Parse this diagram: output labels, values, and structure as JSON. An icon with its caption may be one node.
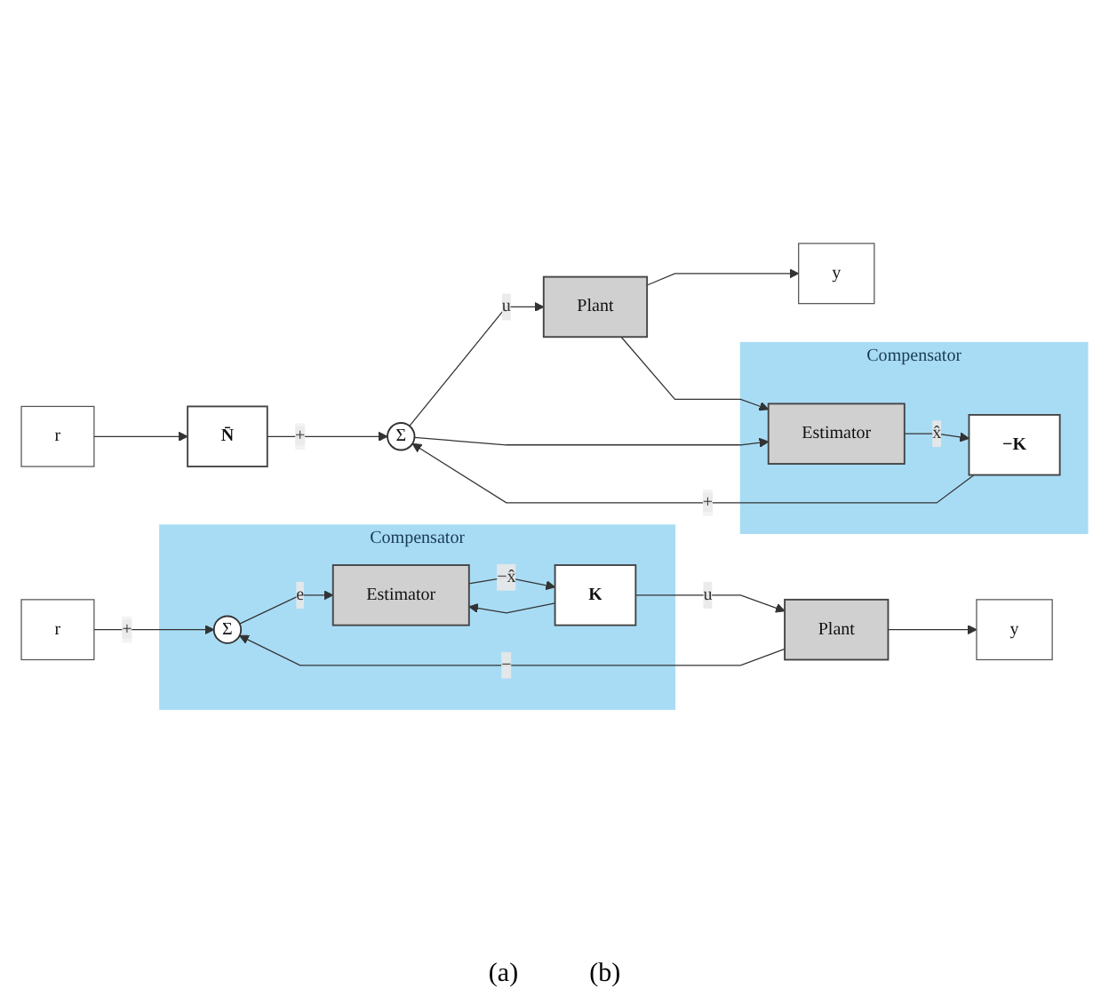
{
  "diagram": {
    "nodes": [
      {
        "text": [
          "r"
        ]
      },
      {
        "text": [
          "N̄"
        ]
      },
      {
        "text": [
          "Σ"
        ]
      },
      {
        "text": [
          "Plant"
        ]
      },
      {
        "text": [
          "Compensator"
        ]
      },
      {
        "text": [
          "−K"
        ],
        "in": 4
      },
      {
        "text": [
          "Estimator"
        ],
        "in": 4
      },
      {
        "text": [
          "y"
        ]
      },
      {
        "text": [
          "r"
        ]
      },
      {
        "text": [
          "Compensator"
        ]
      },
      {
        "text": [
          "Σ"
        ],
        "in": 9
      },
      {
        "text": [
          "Estimator"
        ],
        "in": 9
      },
      {
        "text": [
          "K"
        ],
        "in": 9
      },
      {
        "text": [
          "Plant"
        ]
      },
      {
        "text": [
          "y"
        ]
      }
    ],
    "edges": [
      {
        "from": 0,
        "to": 1,
        "arrow": "to"
      },
      {
        "from": 1,
        "to": 2,
        "arrow": "to",
        "label": "+"
      },
      {
        "from": 2,
        "to": 3,
        "arrow": "to",
        "label": "u"
      },
      {
        "from": 2,
        "to": 6,
        "arrow": "to"
      },
      {
        "from": 3,
        "to": 7,
        "arrow": "to"
      },
      {
        "from": 3,
        "to": 6,
        "arrow": "to"
      },
      {
        "from": 6,
        "to": 5,
        "arrow": "to",
        "label": "x̂"
      },
      {
        "from": 5,
        "to": 2,
        "arrow": "to",
        "label": "+"
      },
      {
        "from": 8,
        "to": 10,
        "arrow": "to",
        "label": "+"
      },
      {
        "from": 10,
        "to": 11,
        "arrow": "to",
        "label": "e"
      },
      {
        "from": 11,
        "to": 12,
        "arrow": "to",
        "label": "−x̂"
      },
      {
        "from": 12,
        "to": 13,
        "arrow": "to",
        "label": "u"
      },
      {
        "from": 12,
        "to": 11,
        "arrow": "to"
      },
      {
        "from": 13,
        "to": 14,
        "arrow": "to"
      },
      {
        "from": 13,
        "to": 10,
        "arrow": "to",
        "label": "−"
      }
    ],
    "labels": [
      "(a)",
      "(b)"
    ]
  }
}
